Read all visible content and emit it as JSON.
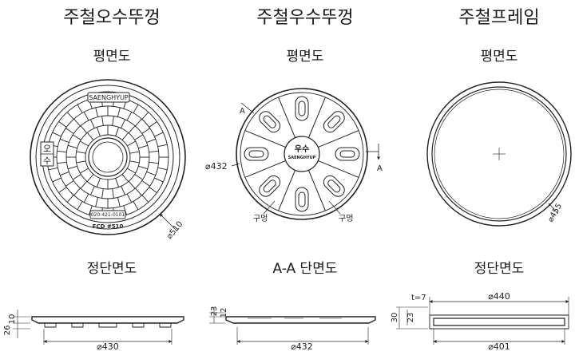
{
  "panels": [
    {
      "title": "주철오수뚜껑",
      "plan_label": "평면도",
      "section_label": "정단면도",
      "brand_plate": "SAENGHYUP",
      "side_tag_1": "오",
      "side_tag_2": "수",
      "serial_plate": "020-421-0101",
      "fcd_mark": "FCD #510",
      "plan_diameter": "⌀510",
      "section_height_1": "10",
      "section_height_2": "26",
      "section_diameter": "⌀430"
    },
    {
      "title": "주철우수뚜껑",
      "plan_label": "평면도",
      "section_label": "A-A 단면도",
      "section_marker_a1": "A",
      "section_marker_a2": "A",
      "plan_diameter": "⌀432",
      "hole_label_1": "구멍",
      "hole_label_2": "구멍",
      "center_logo": "우수",
      "center_subtext": "SAENGHYUP",
      "section_height_1": "23",
      "section_height_2": "12",
      "section_diameter": "⌀432"
    },
    {
      "title": "주철프레임",
      "plan_label": "평면도",
      "section_label": "정단면도",
      "plan_diameter": "⌀455",
      "thickness_label": "t=7",
      "section_height_1": "30",
      "section_height_2": "23",
      "top_diameter": "⌀440",
      "bottom_diameter": "⌀401"
    }
  ]
}
